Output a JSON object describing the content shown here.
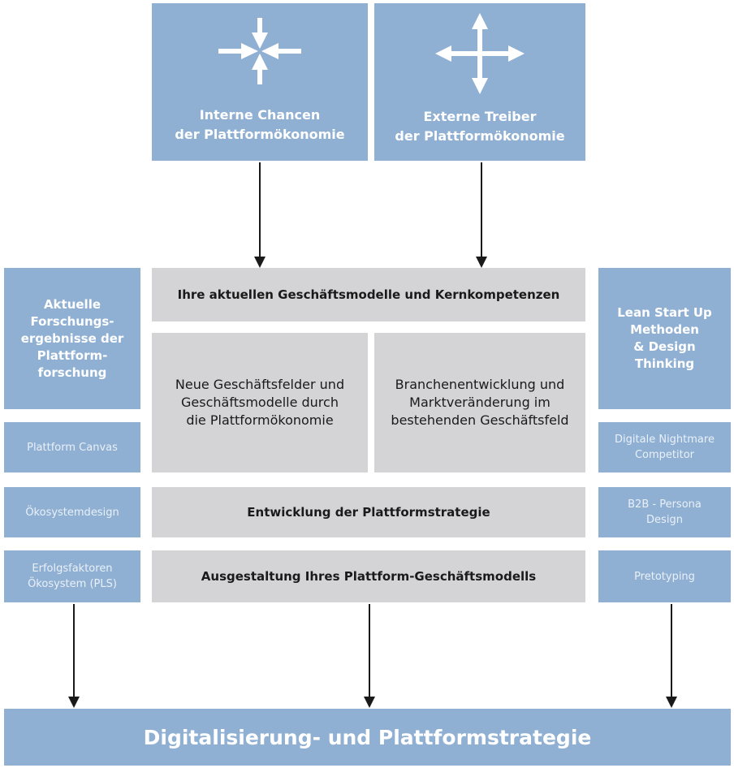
{
  "top": {
    "internal_label": "Interne Chancen\nder Plattformökonomie",
    "external_label": "Externe Treiber\nder Plattformökonomie"
  },
  "center": {
    "current_models": "Ihre aktuellen Geschäftsmodelle und Kernkompetenzen",
    "new_fields": "Neue Geschäftsfelder und\nGeschäftsmodelle durch\ndie Plattformökonomie",
    "industry_dev": "Branchenentwicklung und\nMarktveränderung im\nbestehenden Geschäftsfeld",
    "strategy_dev": "Entwicklung der Plattformstrategie",
    "business_model": "Ausgestaltung Ihres Plattform-Geschäftsmodells"
  },
  "left": {
    "header": "Aktuelle\nForschungs-\nergebnisse der\nPlattform-\nforschung",
    "items": [
      "Plattform Canvas",
      "Ökosystemdesign",
      "Erfolgsfaktoren\nÖkosystem (PLS)"
    ]
  },
  "right": {
    "header": "Lean Start Up\nMethoden\n& Design\nThinking",
    "items": [
      "Digitale Nightmare\nCompetitor",
      "B2B - Persona\nDesign",
      "Pretotyping"
    ]
  },
  "bottom": {
    "label": "Digitalisierung- und Plattformstrategie"
  },
  "colors": {
    "blue": "#8fb0d3",
    "gray": "#d4d4d6",
    "arrow": "#1a1a1a"
  },
  "icons": {
    "internal": "arrows-inward-icon",
    "external": "arrows-outward-icon"
  }
}
